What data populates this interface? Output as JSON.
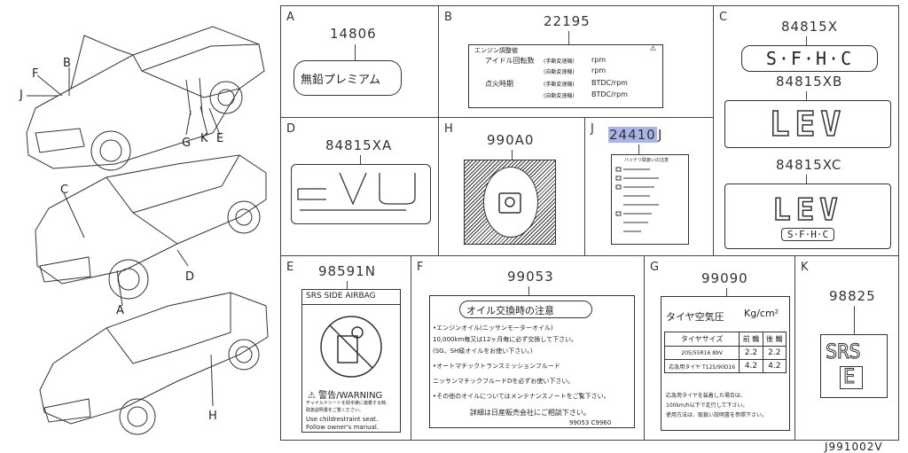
{
  "figure_code": "J991002V",
  "vehicle_callouts": [
    "F",
    "B",
    "J",
    "G",
    "K",
    "E",
    "C",
    "D",
    "A",
    "H"
  ],
  "cells": {
    "A": {
      "letter": "A",
      "part_no": "14806",
      "label_text": "無鉛プレミアム"
    },
    "B": {
      "letter": "B",
      "part_no": "22195",
      "title": "エンジン調整値",
      "rows": [
        {
          "l1": "アイドル回転数",
          "l2": "(手動変速機)",
          "val": "rpm"
        },
        {
          "l1": "",
          "l2": "(自動変速機)",
          "val": "rpm"
        },
        {
          "l1": "点火時期",
          "l2": "(手動変速機)",
          "val": "BTDC/rpm"
        },
        {
          "l1": "",
          "l2": "(自動変速機)",
          "val": "BTDC/rpm"
        }
      ]
    },
    "C": {
      "letter": "C",
      "part_no": "84815X",
      "badge1": "S·F·H·C",
      "part_no2": "84815XB",
      "badge2": "LEV",
      "part_no3": "84815XC",
      "badge3": "LEV",
      "badge3_sub": "S·F·H·C"
    },
    "D": {
      "letter": "D",
      "part_no": "84815XA"
    },
    "H": {
      "letter": "H",
      "part_no": "990A0"
    },
    "J": {
      "letter": "J",
      "part_no": "24410",
      "suffix": "J",
      "header": "バッテリ取扱いの注意"
    },
    "E": {
      "letter": "E",
      "part_no": "98591N",
      "header": "SRS SIDE AIRBAG",
      "warn": "⚠ 警告/WARNING",
      "jp1": "チャイルドシートを助手席に装着する時、",
      "jp2": "取扱説明書をご覧ください。",
      "en1": "Use childrestraint seat.",
      "en2": "Follow owner's manual."
    },
    "F": {
      "letter": "F",
      "part_no": "99053",
      "title": "オイル交換時の注意",
      "lines": [
        "•エンジンオイル(ニッサンモーターオイル)",
        "  10,000km毎又は12ヶ月毎に必ず交換して下さい。",
        "  (SG、SH級オイルをお使い下さい。)",
        "•オートマチックトランスミッションフルード",
        "  ニッサンマチックフルードDを必ずお使い下さい。",
        "•その他のオイルについてはメンテナンスノートをご覧下さい。"
      ],
      "footer": "詳細は日産販売会社にご相談下さい。",
      "code": "99053 C9960"
    },
    "G": {
      "letter": "G",
      "part_no": "99090",
      "title": "タイヤ空気圧",
      "unit": "Kg/cm²",
      "headers": [
        "タイヤサイズ",
        "前 輪",
        "後 輪"
      ],
      "rows": [
        [
          "205/55R16 89V",
          "2.2",
          "2.2"
        ],
        [
          "応急用タイヤ T125/90D16",
          "4.2",
          "4.2"
        ]
      ],
      "notes": [
        "応急用タイヤを装着した場合は、",
        "100km/h以下で走行して下さい。",
        "使用方法は、取扱い説明書を参照下さい。"
      ]
    },
    "K": {
      "letter": "K",
      "part_no": "98825",
      "badge_top": "SRS",
      "badge_bottom": "E"
    }
  }
}
